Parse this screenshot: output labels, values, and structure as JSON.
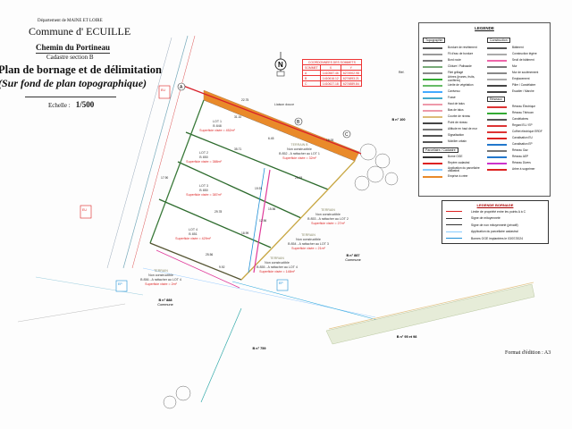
{
  "title_block": {
    "department": "Département de MAINE ET LOIRE",
    "commune": "Commune d' ECUILLE",
    "road": "Chemin du Portineau",
    "cadastre": "Cadastre section B",
    "title": "Plan de bornage et de délimitation",
    "subtitle": "(Sur fond de plan topographique)",
    "scale_label": "Echelle :",
    "scale_value": "1/500"
  },
  "north_label": "N",
  "coordinates_table": {
    "title": "COORDONNEES DES SOMMETS",
    "headers": [
      "SOMMET",
      "X",
      "Y"
    ],
    "rows": [
      [
        "A",
        "1410587.46",
        "6274902.98"
      ],
      [
        "B",
        "1410616.12",
        "6274893.21"
      ],
      [
        "C",
        "1410627.18",
        "6274889.84"
      ]
    ],
    "note": "Réf."
  },
  "points": [
    "A",
    "B",
    "C"
  ],
  "lots": [
    {
      "name": "LOT 1",
      "parcel": "B 848",
      "area": "Superficie visée = 452m²"
    },
    {
      "name": "LOT 2",
      "parcel": "B 850",
      "area": "Superficie visée = 388m²"
    },
    {
      "name": "LOT 3",
      "parcel": "B 850",
      "area": "Superficie visée = 387m²"
    },
    {
      "name": "LOT 4",
      "parcel": "B 851",
      "area": "Superficie visée = 429m²"
    }
  ],
  "terrains": [
    {
      "name": "TERRAIN B",
      "status": "Non constructible",
      "detail": "B 852 - A rattacher au LOT 1",
      "area": "Superficie visée = 32m²"
    },
    {
      "name": "TERRAIN",
      "status": "Non constructible",
      "detail": "B 853 - A rattacher au LOT 2",
      "area": "Superficie visée = 27m²"
    },
    {
      "name": "TERRAIN",
      "status": "Non constructible",
      "detail": "B 854 - A rattacher au LOT 3",
      "area": "Superficie visée = 21m²"
    },
    {
      "name": "TERRAIN",
      "status": "Non constructible",
      "detail": "B 855 - A rattacher au LOT 4",
      "area": "Superficie visée = 148m²"
    },
    {
      "name": "TERRAIN",
      "status": "Non constructible",
      "detail": "B 856 - A rattacher au LOT 4",
      "area": "Superficie visée = 2m²"
    }
  ],
  "parcels": [
    {
      "label": "B n° 100",
      "owner": ""
    },
    {
      "label": "B n° 887",
      "owner": "Commune"
    },
    {
      "label": "B n° 888",
      "owner": "Commune"
    },
    {
      "label": "B n° 759",
      "owner": ""
    },
    {
      "label": "B n° 95 et 98",
      "owner": ""
    }
  ],
  "strip_label": "Liaison douce",
  "boxes": [
    "EU",
    "EP",
    "EU",
    "EP"
  ],
  "dimensions": [
    "22.75",
    "31.10",
    "18.93",
    "35.71",
    "25.19",
    "29.78",
    "25.56",
    "15.56",
    "18.99",
    "19.91",
    "12.56",
    "9.92",
    "6.45",
    "17.90"
  ],
  "legend": {
    "title": "LEGENDE",
    "topo_head": "Topographie",
    "topo_items": [
      "Bordure de revêtement",
      "Fil d'eau de bordure",
      "Bord route",
      "Clôture / Palissade",
      "Filet grillagé",
      "Arbres (jeunes, fruits, conifères)",
      "Limite de végétation",
      "Caniveau",
      "Fossé",
      "Haut de talus",
      "Bas de talus",
      "Courbe de niveau",
      "Point de niveau",
      "Altitude en haut de mur",
      "Signalisation",
      "Mobilier urbain"
    ],
    "parcel_head": "Parcellaire / Cadastre",
    "parcel_items": [
      "Borne OGE",
      "Repère cadastral",
      "Application du parcellaire cadastral",
      "Emprise à créer"
    ],
    "constr_head": "Construction",
    "constr_items": [
      "Bâtiment",
      "Construction légère",
      "Seuil de bâtiment",
      "Mur",
      "Mur de soutènement",
      "Emplacement",
      "Pilier / Candélabre",
      "Escalier / Marche"
    ],
    "reseau_head": "Réseaux",
    "reseau_items": [
      "Réseau Électrique",
      "Réseau Télécom",
      "Candélabres",
      "Regard EU / EP",
      "Coffret électrique ERDF",
      "Canalisation EU",
      "Canalisation EP",
      "Réseau Gaz",
      "Réseau AEP",
      "Réseau Divers",
      "Arbre à supprimer"
    ]
  },
  "legend_bornage": {
    "title": "LEGENDE BORNAGE",
    "items": [
      "Limite de propriété entre les points A à C",
      "Signe de mitoyenneté",
      "Signe de non mitoyenneté (privatif)",
      "Application du parcellaire cadastral",
      "Bornes OGE implantées le 03/07/2024"
    ]
  },
  "format": "Format d'édition : A3",
  "colors": {
    "boundary": "#d8202a",
    "lot_line": "#2d6b2d",
    "strip": "#e98a2a",
    "network": "#1f8fd6",
    "pink": "#e03a9a"
  }
}
